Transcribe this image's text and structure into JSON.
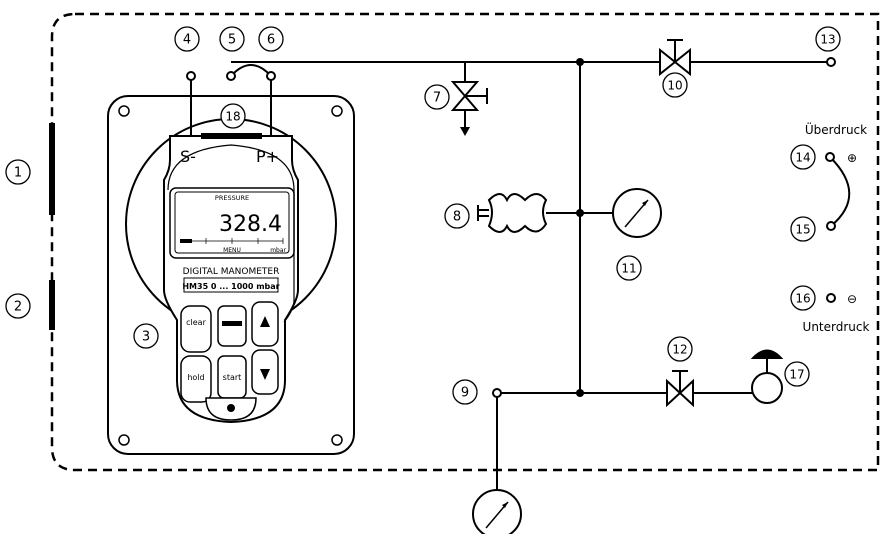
{
  "callouts": [
    "1",
    "2",
    "3",
    "4",
    "5",
    "6",
    "7",
    "8",
    "9",
    "10",
    "11",
    "12",
    "13",
    "14",
    "15",
    "16",
    "17",
    "18"
  ],
  "device": {
    "terminal_minus": "S-",
    "terminal_plus": "P+",
    "screen_title": "PRESSURE",
    "reading": "328.4",
    "menu_label": "MENU",
    "unit": "mbar",
    "model_title": "DIGITAL MANOMETER",
    "model_range": "HM35 0 ... 1000 mbar",
    "keys": {
      "clear": "clear",
      "hold": "hold",
      "start": "start"
    }
  },
  "labels": {
    "overpressure": "Überdruck",
    "underpressure": "Unterdruck",
    "plus_symbol": "⊕",
    "minus_symbol": "⊖"
  }
}
